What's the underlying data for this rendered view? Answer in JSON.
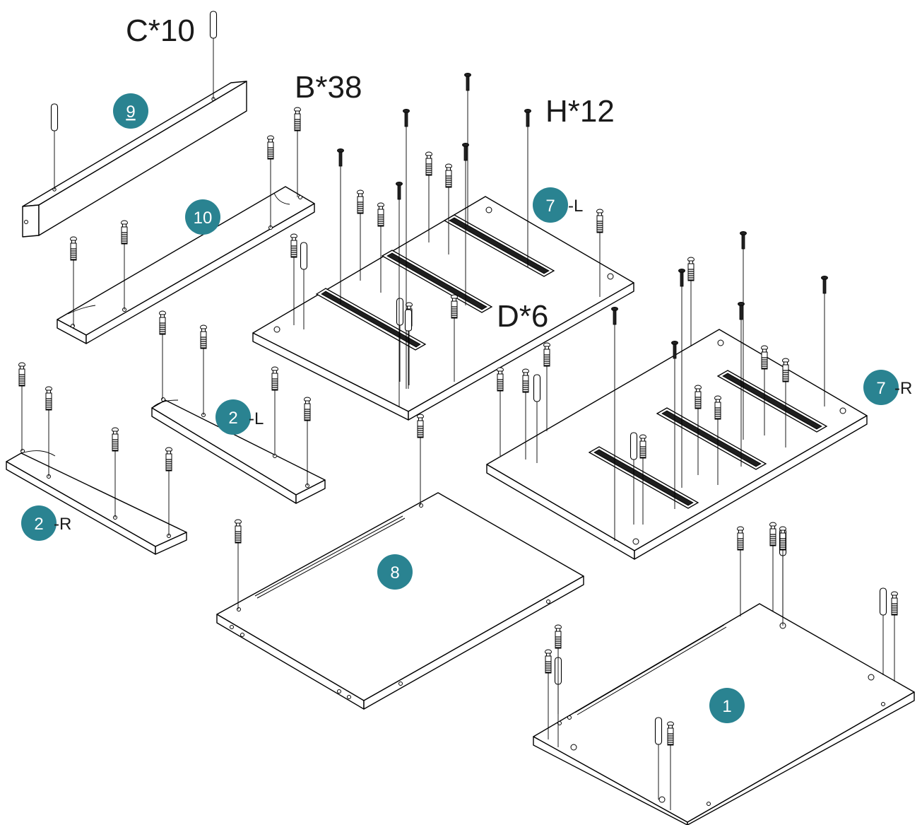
{
  "hardware_labels": {
    "c": "C*10",
    "b": "B*38",
    "h": "H*12",
    "d": "D*6"
  },
  "parts": {
    "p9": {
      "number": "9",
      "suffix": ""
    },
    "p10": {
      "number": "10",
      "suffix": ""
    },
    "p7l": {
      "number": "7",
      "suffix": "-L"
    },
    "p7r": {
      "number": "7",
      "suffix": "-R"
    },
    "p2l": {
      "number": "2",
      "suffix": "-L"
    },
    "p2r": {
      "number": "2",
      "suffix": "-R"
    },
    "p8": {
      "number": "8",
      "suffix": ""
    },
    "p1": {
      "number": "1",
      "suffix": ""
    }
  },
  "colors": {
    "badge": "#2a8391",
    "line": "#000000",
    "text": "#1a1a1a"
  }
}
